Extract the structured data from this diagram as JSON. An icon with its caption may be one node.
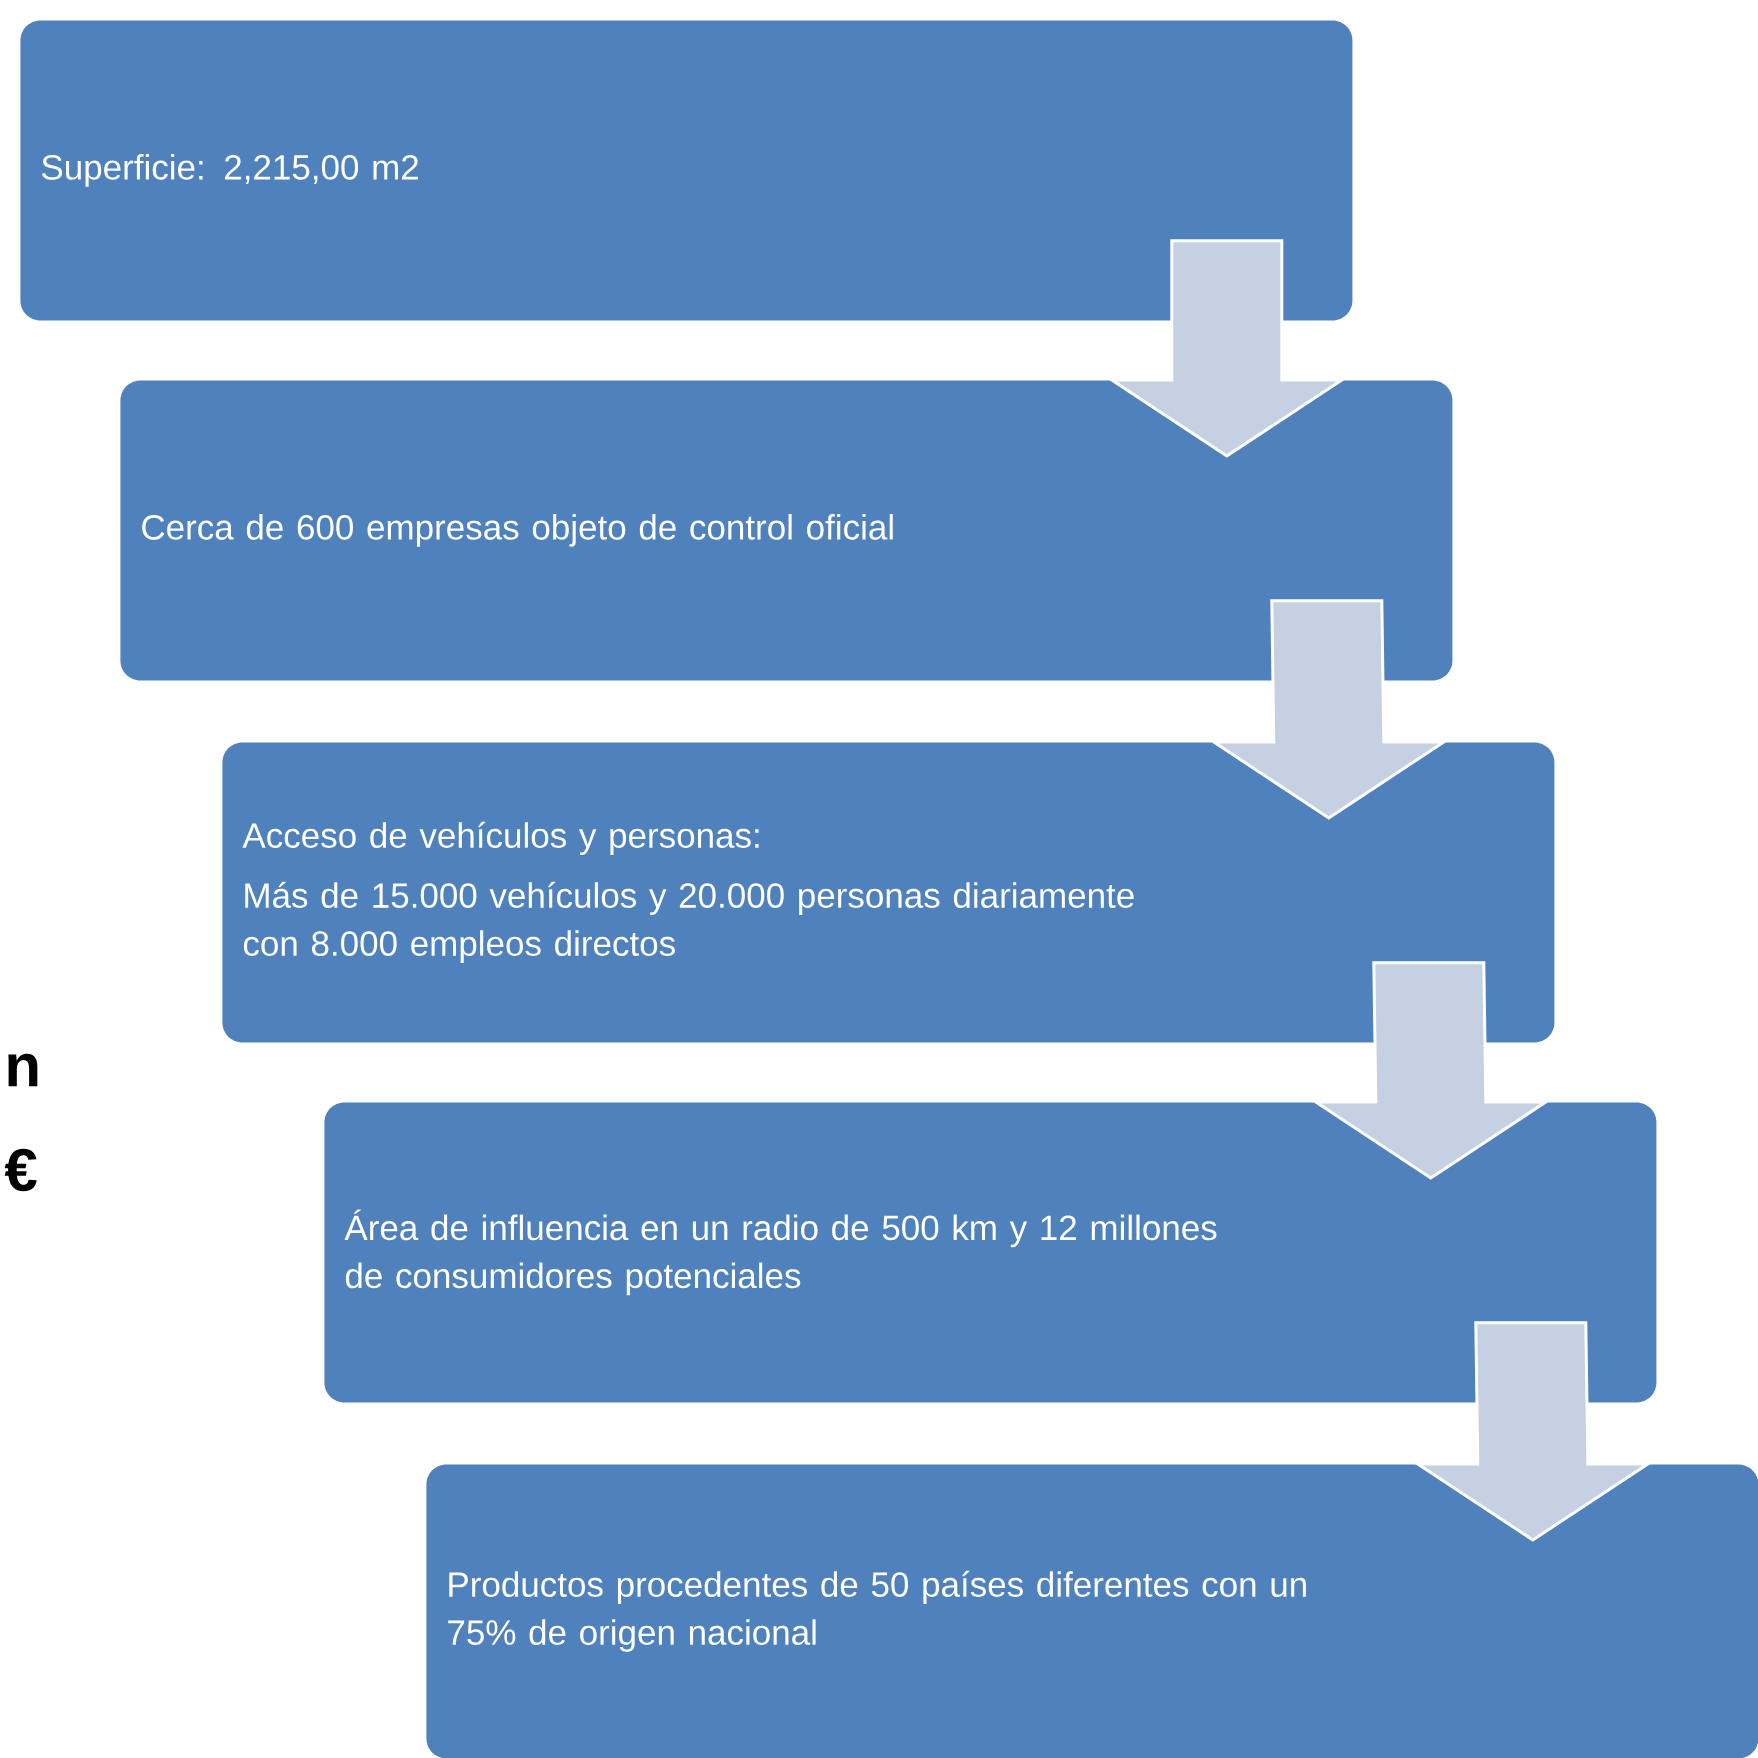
{
  "diagram": {
    "nodes": [
      {
        "text": [
          "Superficie: 2,215,00 m2"
        ]
      },
      {
        "text": [
          "Cerca de 600 empresas objeto de control oficial"
        ]
      },
      {
        "text": [
          "Acceso de vehículos y personas:",
          "Más de 15.000 vehículos y 20.000 personas diariamente con 8.000 empleos directos"
        ]
      },
      {
        "text": [
          "Área de influencia en un radio de 500 km y 12 millones de consumidores potenciales"
        ]
      },
      {
        "text": [
          "Productos procedentes de 50 países diferentes con un 75% de origen nacional"
        ]
      }
    ],
    "edges": [
      {
        "from": 0,
        "to": 1,
        "arrow": "to"
      },
      {
        "from": 1,
        "to": 2,
        "arrow": "to"
      },
      {
        "from": 2,
        "to": 3,
        "arrow": "to"
      },
      {
        "from": 3,
        "to": 4,
        "arrow": "to"
      }
    ],
    "labels": [
      "n",
      "€"
    ]
  }
}
